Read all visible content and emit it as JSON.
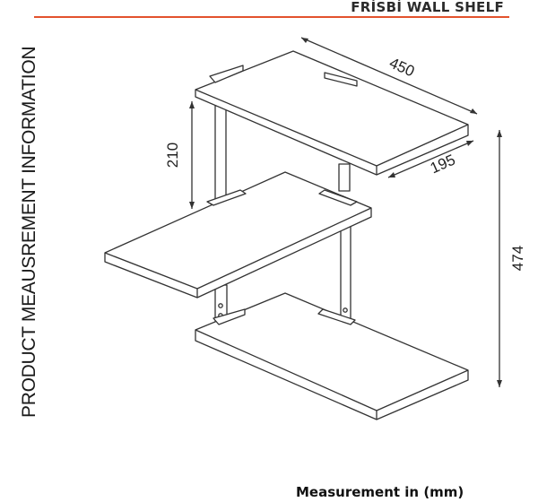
{
  "header": {
    "title": "FRİSBİ WALL SHELF"
  },
  "side_label": "PRODUCT MEAUSREMENT INFORMATION",
  "footer": {
    "note": "Measurement in (mm)"
  },
  "dimensions": {
    "width": "450",
    "depth": "195",
    "spacing": "210",
    "height": "474"
  },
  "colors": {
    "accent": "#e3522d",
    "line": "#333333"
  }
}
